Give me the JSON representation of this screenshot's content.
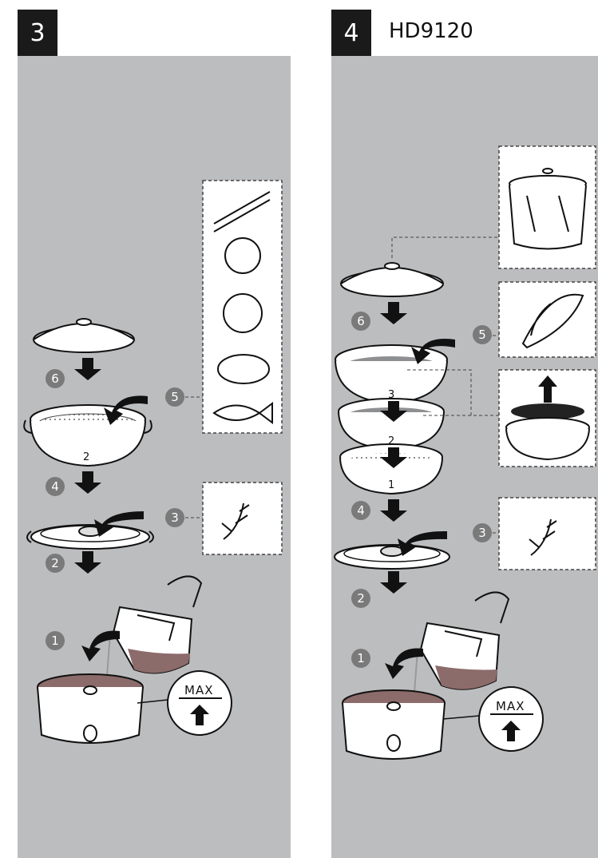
{
  "panels": [
    {
      "step_number": "3",
      "model": "",
      "level_labels": [
        "2"
      ],
      "callouts": [
        "6",
        "5",
        "4",
        "3",
        "2",
        "1"
      ],
      "max_label": "MAX",
      "food_icons": [
        "asparagus-icon",
        "broccoli-icon",
        "cauliflower-icon",
        "chicken-icon",
        "fish-icon"
      ],
      "herb_icon": "herb-icon"
    },
    {
      "step_number": "4",
      "model": "HD9120",
      "level_labels": [
        "3",
        "2",
        "1"
      ],
      "callouts": [
        "6",
        "5",
        "4",
        "3",
        "2",
        "1"
      ],
      "max_label": "MAX",
      "food_icons": [
        "steamer-stack-icon",
        "corn-icon",
        "steam-basket-icon"
      ],
      "herb_icon": "herb-icon"
    }
  ],
  "colors": {
    "panel_bg": "#bcbdbf",
    "badge_bg": "#1a1a1a",
    "callout_bg": "#7a7a7a"
  }
}
